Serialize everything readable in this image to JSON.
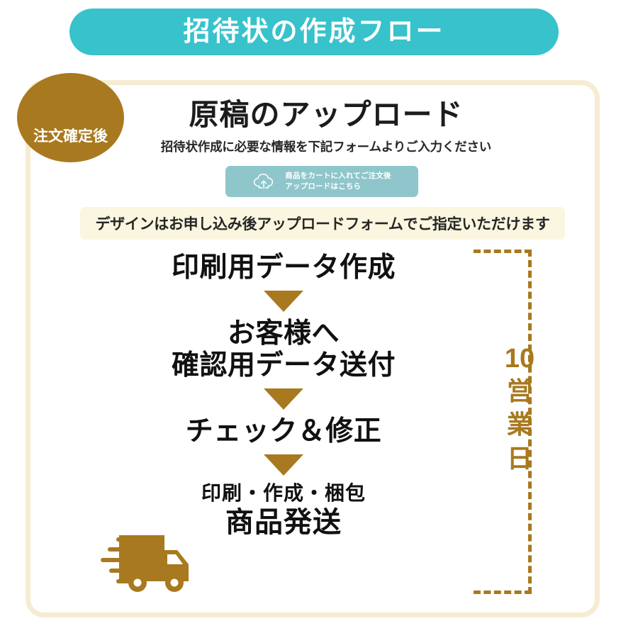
{
  "title_banner": {
    "text": "招待状の作成フロー",
    "background_color": "#38c2cc",
    "text_color": "#ffffff"
  },
  "order_badge": {
    "text": "注文確定後",
    "background_color": "#a8791f",
    "text_color": "#ffffff"
  },
  "upload_section": {
    "heading": "原稿のアップロード",
    "subtitle": "招待状作成に必要な情報を下記フォームよりご入力ください",
    "button": {
      "icon": "cloud-upload-icon",
      "line1": "商品をカートに入れてご注文後",
      "line2": "アップロードはこちら",
      "background_color": "#8ec6cb",
      "text_color": "#ffffff"
    }
  },
  "design_note": {
    "text": "デザインはお申し込み後アップロードフォームでご指定いただけます",
    "background_color": "#faf6e0"
  },
  "flow": {
    "arrow_color": "#a8791f",
    "steps": [
      {
        "label": "印刷用データ作成"
      },
      {
        "label_line1": "お客様へ",
        "label_line2": "確認用データ送付"
      },
      {
        "label": "チェック＆修正"
      }
    ],
    "final_step": {
      "icon": "delivery-truck-icon",
      "line1": "印刷・作成・梱包",
      "line2": "商品発送",
      "icon_color": "#a8791f"
    }
  },
  "lead_time": {
    "number": "10",
    "unit_chars": [
      "営",
      "業",
      "日"
    ],
    "color": "#a8791f",
    "bracket_style": "dashed"
  },
  "card": {
    "border_color": "#f6ecd2"
  }
}
